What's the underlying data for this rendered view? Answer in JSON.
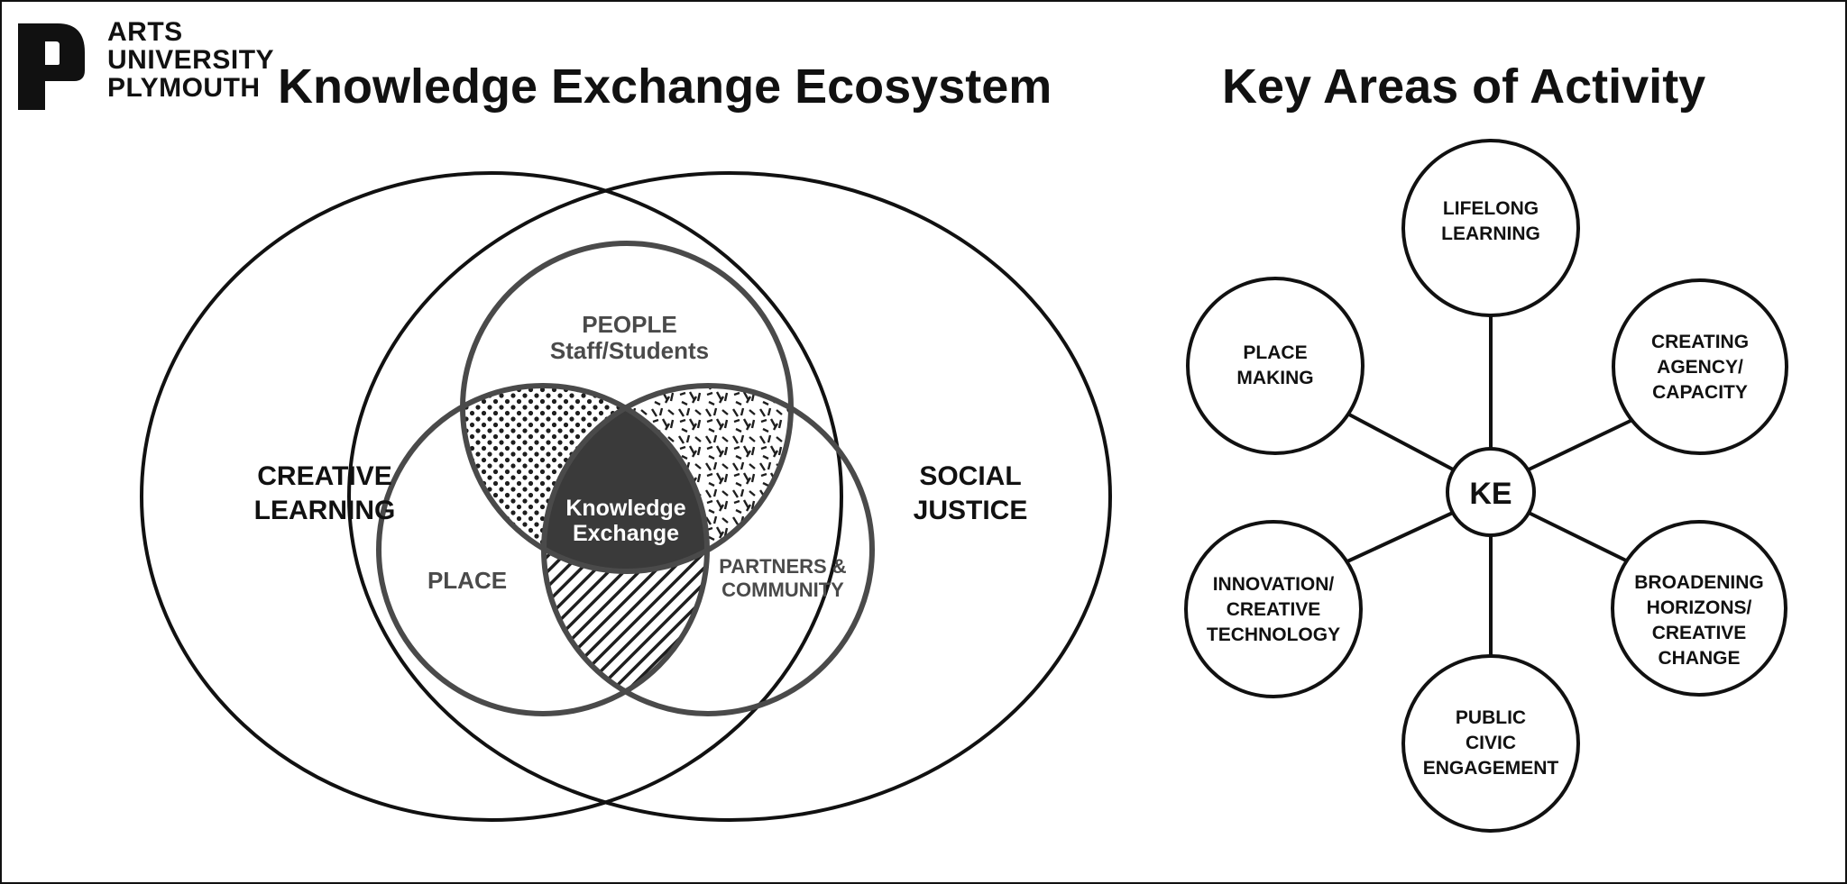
{
  "logo": {
    "lines": [
      "ARTS",
      "UNIVERSITY",
      "PLYMOUTH"
    ]
  },
  "titles": {
    "left": "Knowledge Exchange Ecosystem",
    "right": "Key Areas of Activity"
  },
  "venn": {
    "outer_left": [
      "CREATIVE",
      "LEARNING"
    ],
    "outer_right": [
      "SOCIAL",
      "JUSTICE"
    ],
    "people": [
      "PEOPLE",
      "Staff/Students"
    ],
    "place": "PLACE",
    "partners": [
      "PARTNERS &",
      "COMMUNITY"
    ],
    "center": [
      "Knowledge",
      "Exchange"
    ]
  },
  "activity": {
    "hub": "KE",
    "nodes": [
      {
        "id": "lifelong-learning",
        "lines": [
          "LIFELONG",
          "LEARNING"
        ]
      },
      {
        "id": "creating-agency",
        "lines": [
          "CREATING",
          "AGENCY/",
          "CAPACITY"
        ]
      },
      {
        "id": "broadening-horizons",
        "lines": [
          "BROADENING",
          "HORIZONS/",
          "CREATIVE",
          "CHANGE"
        ]
      },
      {
        "id": "public-civic-engagement",
        "lines": [
          "PUBLIC",
          "CIVIC",
          "ENGAGEMENT"
        ]
      },
      {
        "id": "innovation-creative-technology",
        "lines": [
          "INNOVATION/",
          "CREATIVE",
          "TECHNOLOGY"
        ]
      },
      {
        "id": "place-making",
        "lines": [
          "PLACE",
          "MAKING"
        ]
      }
    ]
  },
  "colors": {
    "ink": "#111111",
    "venn_stroke": "#4a4a4a",
    "center_fill": "#3a3a3a",
    "label_grey": "#4a4a4a",
    "background": "#ffffff"
  }
}
